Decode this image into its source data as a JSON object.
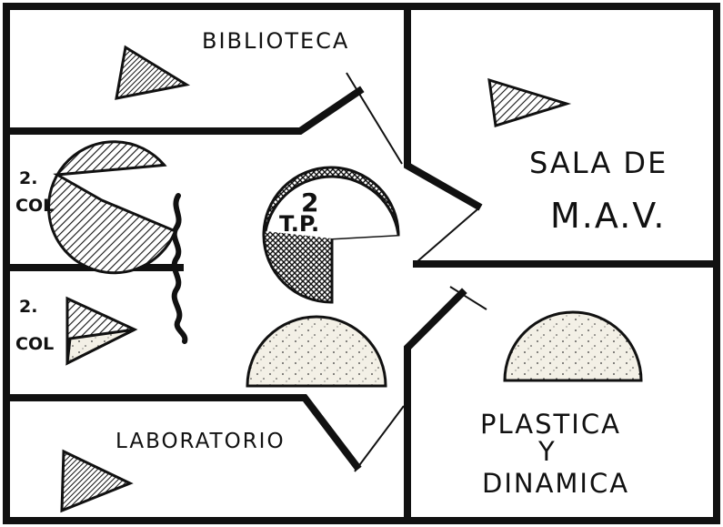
{
  "rooms": {
    "biblioteca": "BIBLIOTECA",
    "sala_line1": "SALA DE",
    "sala_line2": "M.A.V.",
    "plastica_line1": "PLASTICA",
    "plastica_line2": "Y",
    "plastica_line3": "DINAMICA",
    "laboratorio": "LABORATORIO"
  },
  "zones": {
    "upper_left_num": "2.",
    "upper_left_tag": "COL",
    "lower_left_num": "2.",
    "lower_left_tag": "COL",
    "center_line1": "2",
    "center_line2": "T.P."
  },
  "colors": {
    "ink": "#111111",
    "paper": "#ffffff",
    "dot_fill": "#f3f0e6"
  },
  "icons": [
    "triangle-hatched",
    "pacman-hatched",
    "semicircle-dotted",
    "wavy-line"
  ]
}
